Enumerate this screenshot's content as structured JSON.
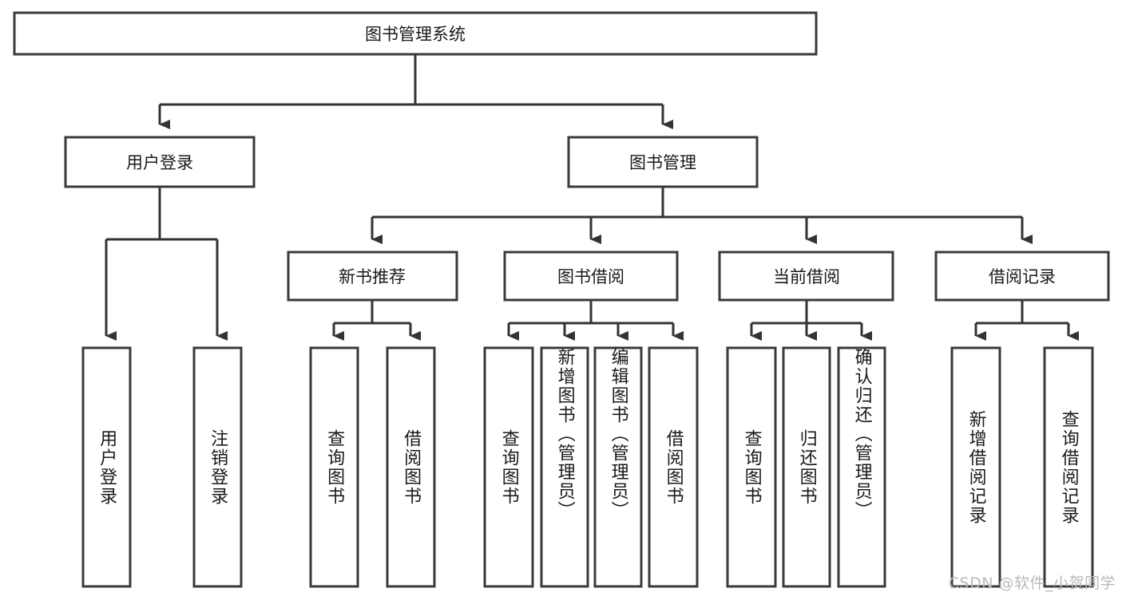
{
  "diagram": {
    "type": "hierarchy-tree",
    "title": "图书管理系统",
    "orientation": "top-down",
    "levels": 4,
    "root": {
      "label": "图书管理系统",
      "children": [
        {
          "label": "用户登录",
          "children": [
            {
              "label": "用户登录",
              "vertical": true
            },
            {
              "label": "注销登录",
              "vertical": true
            }
          ]
        },
        {
          "label": "图书管理",
          "children": [
            {
              "label": "新书推荐",
              "children": [
                {
                  "label": "查询图书",
                  "vertical": true
                },
                {
                  "label": "借阅图书",
                  "vertical": true
                }
              ]
            },
            {
              "label": "图书借阅",
              "children": [
                {
                  "label": "查询图书",
                  "vertical": true
                },
                {
                  "label": "新增图书（管理员）",
                  "vertical": true
                },
                {
                  "label": "编辑图书（管理员）",
                  "vertical": true
                },
                {
                  "label": "借阅图书",
                  "vertical": true
                }
              ]
            },
            {
              "label": "当前借阅",
              "children": [
                {
                  "label": "查询图书",
                  "vertical": true
                },
                {
                  "label": "归还图书",
                  "vertical": true
                },
                {
                  "label": "确认归还（管理员）",
                  "vertical": true
                }
              ]
            },
            {
              "label": "借阅记录",
              "children": [
                {
                  "label": "新增借阅记录",
                  "vertical": true
                },
                {
                  "label": "查询借阅记录",
                  "vertical": true
                }
              ]
            }
          ]
        }
      ]
    }
  },
  "nodes": {
    "root": "图书管理系统",
    "l1": {
      "user_login": "用户登录",
      "book_mgmt": "图书管理"
    },
    "l2": {
      "new_book_rec": "新书推荐",
      "book_borrow": "图书借阅",
      "current_borrow": "当前借阅",
      "borrow_record": "借阅记录"
    },
    "leaves": {
      "user_login_1": "用户登录",
      "user_login_2": "注销登录",
      "rec_1": "查询图书",
      "rec_2": "借阅图书",
      "borrow_1": "查询图书",
      "borrow_2": "新增图书（管理员）",
      "borrow_3": "编辑图书（管理员）",
      "borrow_4": "借阅图书",
      "current_1": "查询图书",
      "current_2": "归还图书",
      "current_3": "确认归还（管理员）",
      "record_1": "新增借阅记录",
      "record_2": "查询借阅记录"
    }
  },
  "watermark": {
    "text": "CSDN @软件_小贺同学"
  },
  "colors": {
    "box_stroke": "#3a3a3a",
    "connector": "#333333",
    "text": "#1a1a1a",
    "background": "#ffffff",
    "watermark": "#b9b9b9"
  }
}
